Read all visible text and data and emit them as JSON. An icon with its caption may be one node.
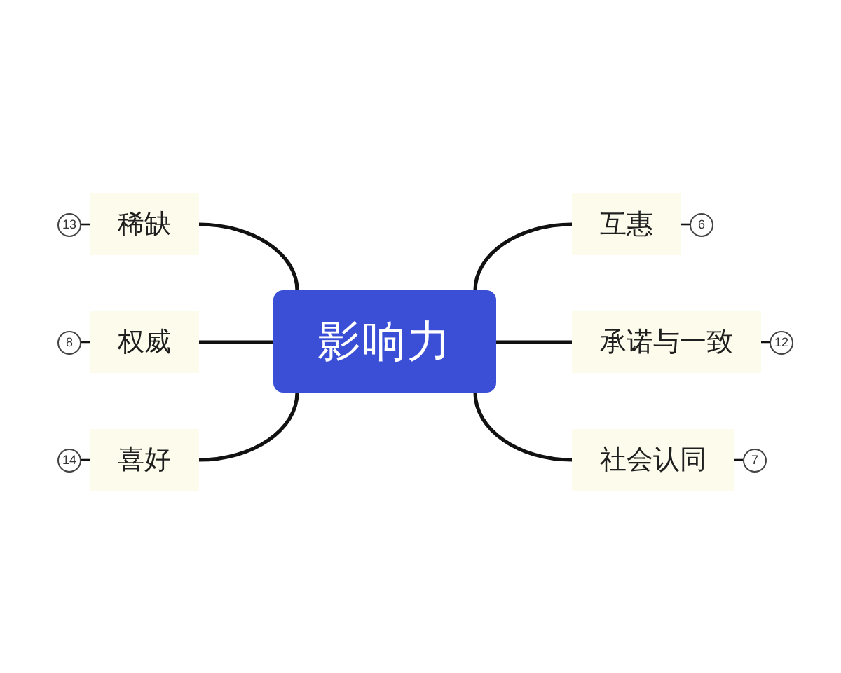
{
  "diagram": {
    "nodes": [
      {
        "text": [
          "影响力"
        ]
      },
      {
        "text": [
          "稀缺"
        ]
      },
      {
        "text": [
          "13"
        ]
      },
      {
        "text": [
          "互惠"
        ]
      },
      {
        "text": [
          "6"
        ]
      },
      {
        "text": [
          "权威"
        ]
      },
      {
        "text": [
          "8"
        ]
      },
      {
        "text": [
          "承诺与一致"
        ]
      },
      {
        "text": [
          "12"
        ]
      },
      {
        "text": [
          "喜好"
        ]
      },
      {
        "text": [
          "14"
        ]
      },
      {
        "text": [
          "社会认同"
        ]
      },
      {
        "text": [
          "7"
        ]
      }
    ],
    "edges": [
      {
        "from": 0,
        "to": 1,
        "arrow": "none"
      },
      {
        "from": 0,
        "to": 3,
        "arrow": "none"
      },
      {
        "from": 0,
        "to": 5,
        "arrow": "none"
      },
      {
        "from": 0,
        "to": 7,
        "arrow": "none"
      },
      {
        "from": 0,
        "to": 9,
        "arrow": "none"
      },
      {
        "from": 0,
        "to": 11,
        "arrow": "none"
      },
      {
        "from": 1,
        "to": 2,
        "arrow": "none"
      },
      {
        "from": 3,
        "to": 4,
        "arrow": "none"
      },
      {
        "from": 5,
        "to": 6,
        "arrow": "none"
      },
      {
        "from": 7,
        "to": 8,
        "arrow": "none"
      },
      {
        "from": 9,
        "to": 10,
        "arrow": "none"
      },
      {
        "from": 11,
        "to": 12,
        "arrow": "none"
      }
    ]
  }
}
